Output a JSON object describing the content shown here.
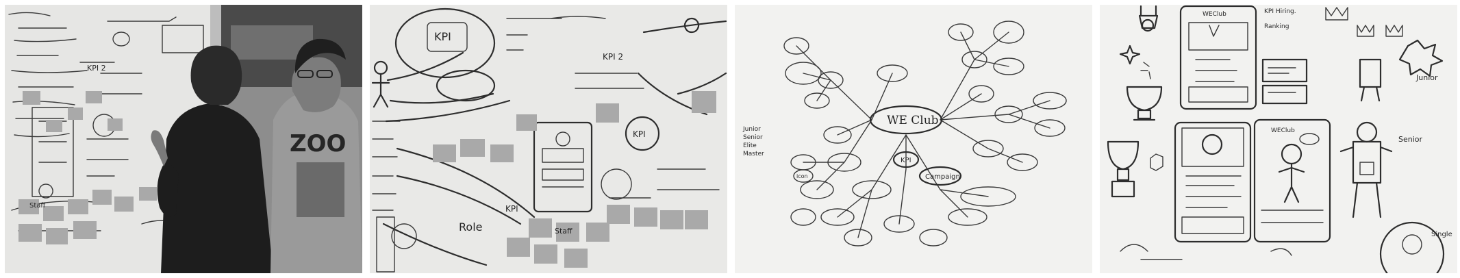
{
  "panels": [
    {
      "name": "team-at-whiteboard-photo"
    },
    {
      "name": "whiteboard-closeup-photo"
    },
    {
      "name": "mind-map-photo"
    },
    {
      "name": "ui-sketch-photo"
    }
  ],
  "whiteboard": {
    "kpi_1": "KPI",
    "kpi_2": "KPI 2",
    "kpi_3": "KPI",
    "staff": "Staff",
    "role": "Role",
    "kpi_word": "KPI"
  },
  "mindmap": {
    "center": "WE Club",
    "kpi": "KPI",
    "campaign": "Campaign",
    "side_labels": [
      "Junior",
      "Senior",
      "Elite",
      "Master"
    ],
    "icon": "icon"
  },
  "ui_sketch": {
    "app_title_1": "WEClub",
    "app_title_2": "WEClub",
    "ranking_line_1": "KPI Hiring.",
    "ranking_line_2": "Ranking",
    "junior": "Junior",
    "senior": "Senior",
    "single": "Single"
  },
  "colors": {
    "paper": "#f2f2f0",
    "whiteboard": "#e9e9e7",
    "ink": "#262626",
    "sticky_note": "#a9a9a9",
    "shirt_dark": "#1d1d1d",
    "shirt_light": "#9a9a9a"
  }
}
